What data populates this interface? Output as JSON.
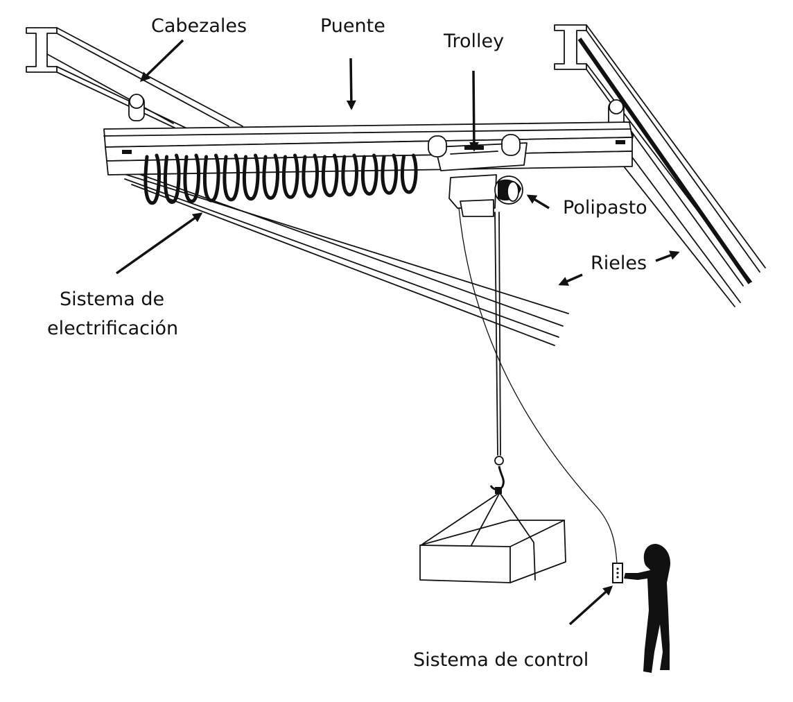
{
  "diagram": {
    "labels": {
      "cabezales": "Cabezales",
      "puente": "Puente",
      "trolley": "Trolley",
      "polipasto": "Polipasto",
      "rieles": "Rieles",
      "electrificacion_1": "Sistema de",
      "electrificacion_2": "electrificación",
      "control": "Sistema de control"
    },
    "colors": {
      "ink": "#111111",
      "background": "#ffffff"
    }
  }
}
